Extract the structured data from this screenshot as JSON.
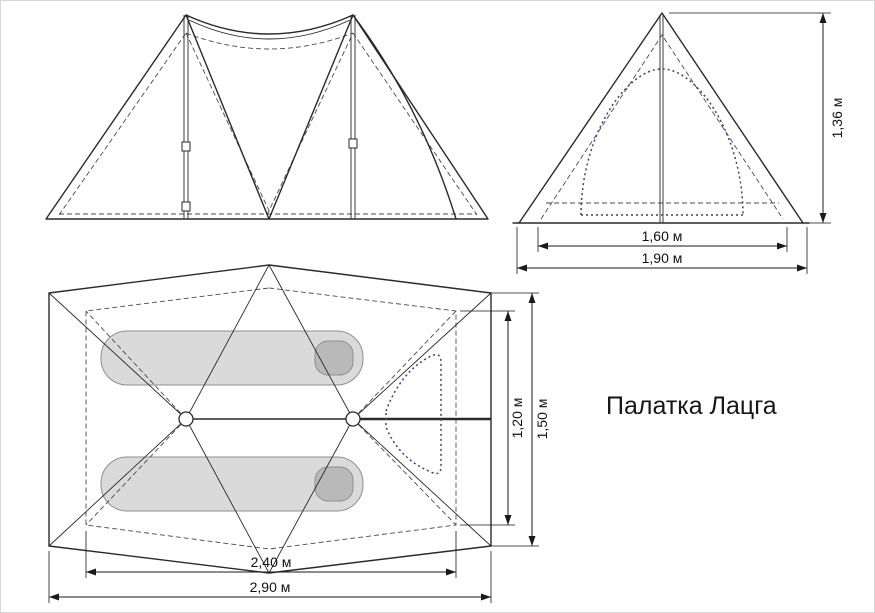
{
  "title": "Палатка Лацга",
  "end_view": {
    "inner_width": "1,60 м",
    "outer_width": "1,90 м",
    "height": "1,36 м"
  },
  "plan_view": {
    "inner_depth": "1,20 м",
    "outer_depth": "1,50 м",
    "inner_length": "2,40 м",
    "outer_length": "2,90 м"
  },
  "colors": {
    "line": "#2a2a2a",
    "dashed_line": "#4a4a4a",
    "door_outline": "#3a3f7d",
    "mat_fill": "#dadada",
    "pillow_fill": "#b9b9b9",
    "background": "#ffffff"
  }
}
